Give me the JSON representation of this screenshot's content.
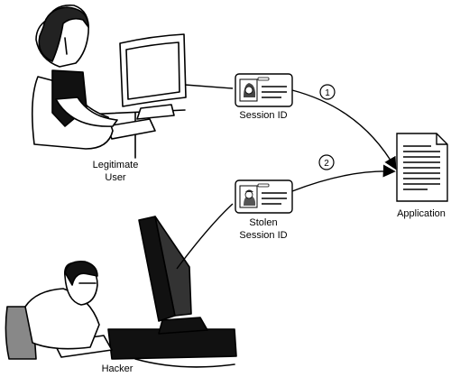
{
  "legit_user": {
    "line1": "Legitimate",
    "line2": "User"
  },
  "session_card": {
    "label": "Session ID"
  },
  "stolen_card": {
    "line1": "Stolen",
    "line2": "Session ID"
  },
  "application": {
    "label": "Application"
  },
  "hacker": {
    "label": "Hacker"
  },
  "steps": {
    "one": "1",
    "two": "2"
  }
}
